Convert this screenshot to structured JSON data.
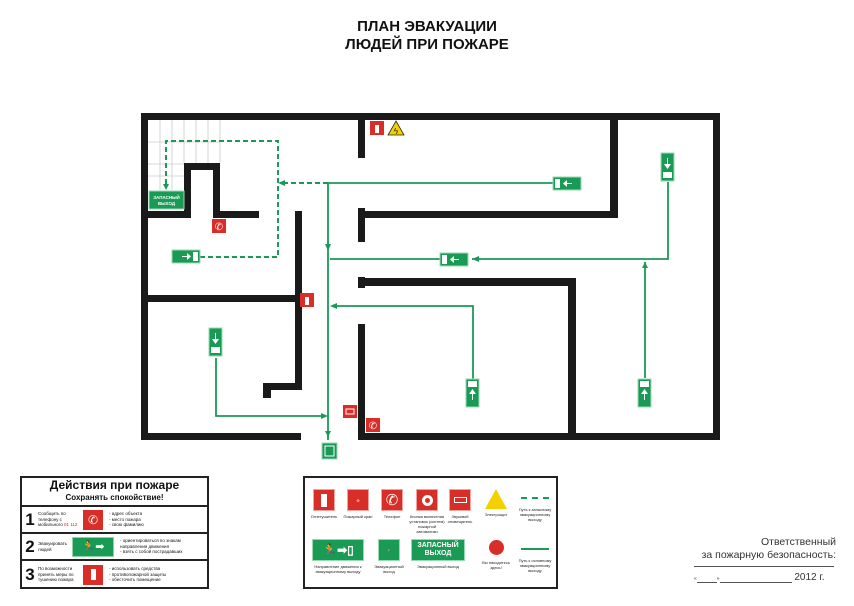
{
  "title": {
    "line1": "ПЛАН ЭВАКУАЦИИ",
    "line2": "ЛЮДЕЙ ПРИ ПОЖАРЕ"
  },
  "plan": {
    "spare_exit_sign": [
      "ЗАПАСНЫЙ",
      "ВЫХОД"
    ]
  },
  "actions": {
    "title": "Действия при пожаре",
    "subtitle": "Сохранять спокойствие!",
    "rows": [
      {
        "num": "1",
        "text": "Сообщить по телефону с мобильного",
        "numbers": "01 112",
        "icon": "phone-icon",
        "bullets": [
          "- адрес объекта",
          "- место пожара",
          "- свою фамилию"
        ]
      },
      {
        "num": "2",
        "text": "Эвакуировать людей",
        "icon": "evacuation-direction-icon",
        "bullets": [
          "- ориентироваться по знакам направления движения",
          "- взять с собой пострадавших"
        ]
      },
      {
        "num": "3",
        "text": "По возможности принять меры по тушению пожара",
        "icon": "fire-extinguisher-icon",
        "bullets": [
          "- использовать средства",
          "- противопожарной защиты",
          "- обесточить помещение"
        ]
      }
    ]
  },
  "legend": {
    "items": [
      {
        "label": "Огнетушитель",
        "icon": "fire-extinguisher-icon"
      },
      {
        "label": "Пожарный кран",
        "icon": "fire-hydrant-icon"
      },
      {
        "label": "Телефон",
        "icon": "phone-icon"
      },
      {
        "label": "Кнопка включения установок (систем) пожарной автоматики",
        "icon": "fire-alarm-button-icon"
      },
      {
        "label": "Звуковой оповещатель",
        "icon": "sound-alarm-icon"
      },
      {
        "label": "Электрощит",
        "icon": "electrical-hazard-icon"
      },
      {
        "label": "Путь к запасному эвакуационному выходу",
        "icon": "dashed-path-icon"
      },
      {
        "label": "Направление движения к эвакуационному выходу",
        "icon": "exit-direction-icon"
      },
      {
        "label": "Эвакуационный выход",
        "icon": "exit-icon"
      },
      {
        "label": "Эвакуационный выход",
        "icon": "spare-exit-sign",
        "sign": "ЗАПАСНЫЙ ВЫХОД"
      },
      {
        "label": "Вы находитесь здесь!",
        "icon": "you-are-here-icon"
      },
      {
        "label": "Путь к основному эвакуационному выходу",
        "icon": "solid-path-icon"
      }
    ]
  },
  "responsible": {
    "line1": "Ответственный",
    "line2": "за пожарную безопасность:",
    "q1": "«",
    "q2": "»",
    "year": "2012 г."
  },
  "colors": {
    "wall": "#1a1a1a",
    "green": "#199a55",
    "red": "#d92d27",
    "yellow": "#f5d000"
  }
}
